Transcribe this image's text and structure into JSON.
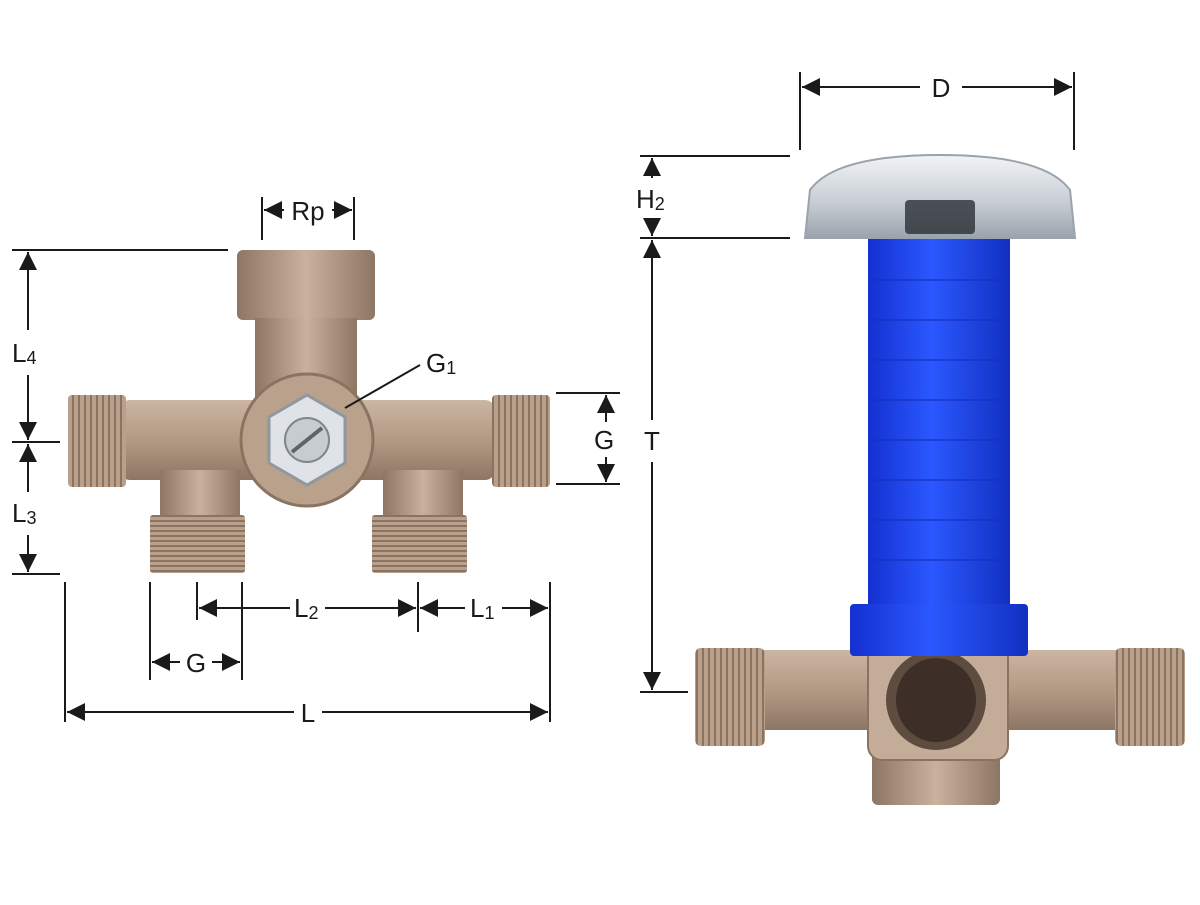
{
  "colors": {
    "brass": "#b59c86",
    "brass_dark": "#8a7361",
    "brass_light": "#d6c3b1",
    "sleeve_blue": "#1e4bff",
    "sleeve_blue_dark": "#1230c8",
    "chrome": "#d8dde2",
    "dimension_line": "#1a1a1a"
  },
  "left_view": {
    "labels": {
      "rp": "Rp",
      "g1": "G",
      "g1_sub": "1",
      "l4": "L",
      "l4_sub": "4",
      "l3": "L",
      "l3_sub": "3",
      "g_right": "G",
      "l2": "L",
      "l2_sub": "2",
      "l1": "L",
      "l1_sub": "1",
      "g_bottom": "G",
      "l": "L"
    }
  },
  "right_view": {
    "labels": {
      "d": "D",
      "h2": "H",
      "h2_sub": "2",
      "t": "T"
    }
  }
}
